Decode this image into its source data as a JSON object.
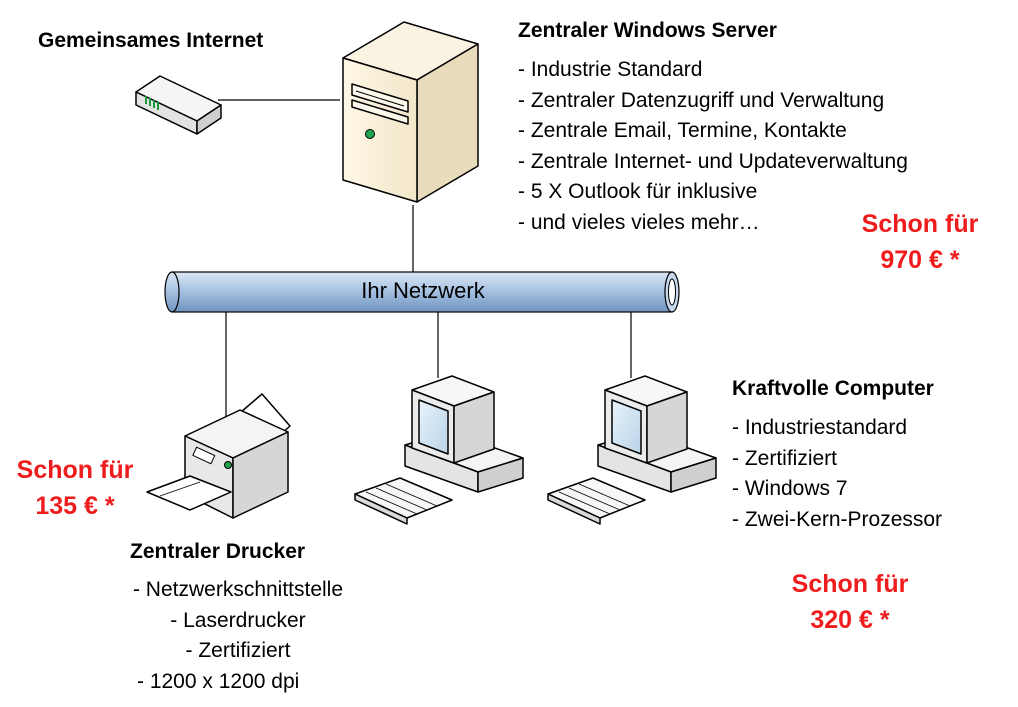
{
  "internet": {
    "title": "Gemeinsames Internet"
  },
  "server": {
    "title": "Zentraler Windows Server",
    "features": [
      "- Industrie Standard",
      "- Zentraler Datenzugriff und Verwaltung",
      "- Zentrale Email, Termine, Kontakte",
      "- Zentrale Internet- und Updateverwaltung",
      "- 5 X Outlook für inklusive",
      "- und vieles vieles mehr…"
    ],
    "price_line1": "Schon für",
    "price_line2": "970 € *"
  },
  "network": {
    "label": "Ihr Netzwerk"
  },
  "computers": {
    "title": "Kraftvolle Computer",
    "features": [
      "- Industriestandard",
      "- Zertifiziert",
      "- Windows 7",
      "- Zwei-Kern-Prozessor"
    ],
    "price_line1": "Schon für",
    "price_line2": "320 € *"
  },
  "printer": {
    "title": "Zentraler Drucker",
    "features": [
      "- Netzwerkschnittstelle",
      "- Laserdrucker",
      "- Zertifiziert",
      "- 1200 x 1200 dpi"
    ],
    "price_line1": "Schon für",
    "price_line2": "135 € *"
  },
  "colors": {
    "price": "#ee1c1c",
    "pipe": "#a9c4e3",
    "device": "#f4f4f4",
    "outline": "#000000"
  },
  "icons": [
    "router-icon",
    "server-tower-icon",
    "printer-icon",
    "workstation-icon"
  ]
}
